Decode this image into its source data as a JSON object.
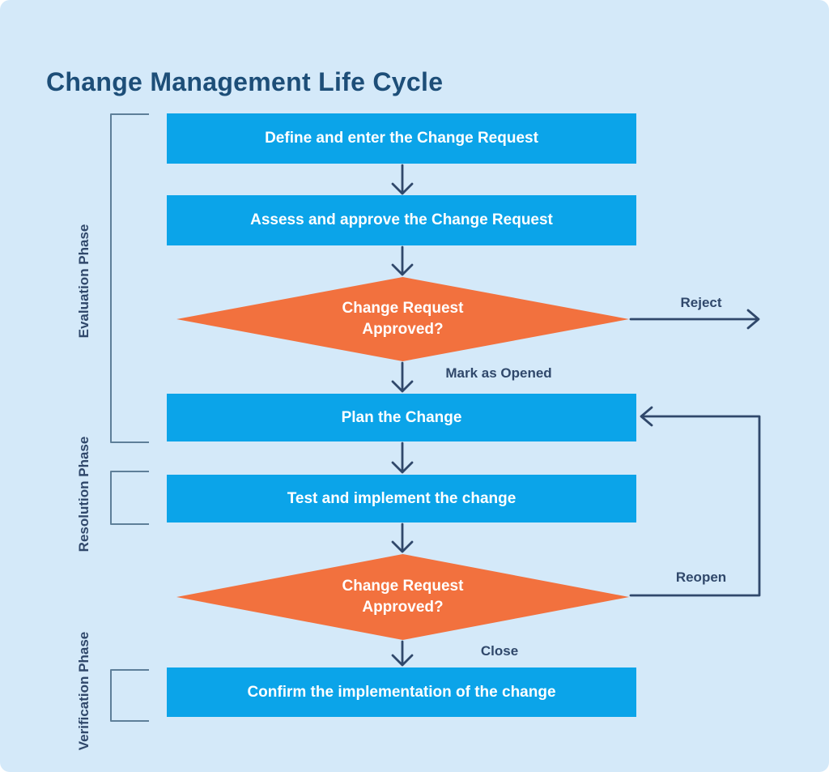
{
  "title": "Change Management Life Cycle",
  "colors": {
    "background": "#d4e9f9",
    "process_box": "#0ba4e9",
    "decision_diamond": "#f2713e",
    "title_text": "#1d4e78",
    "connector": "#30486b",
    "bracket": "#5e7f99",
    "node_text": "#ffffff"
  },
  "phases": [
    {
      "label": "Evaluation Phase"
    },
    {
      "label": "Resolution Phase"
    },
    {
      "label": "Verification Phase"
    }
  ],
  "nodes": [
    {
      "id": "define",
      "type": "process",
      "label": "Define and enter the Change Request"
    },
    {
      "id": "assess",
      "type": "process",
      "label": "Assess and approve the Change Request"
    },
    {
      "id": "decision1",
      "type": "decision",
      "label": "Change Request\nApproved?"
    },
    {
      "id": "plan",
      "type": "process",
      "label": "Plan the Change"
    },
    {
      "id": "test",
      "type": "process",
      "label": "Test and implement the change"
    },
    {
      "id": "decision2",
      "type": "decision",
      "label": "Change Request\nApproved?"
    },
    {
      "id": "confirm",
      "type": "process",
      "label": "Confirm the implementation of the change"
    }
  ],
  "edge_labels": {
    "reject": "Reject",
    "mark_as_opened": "Mark as Opened",
    "reopen": "Reopen",
    "close": "Close"
  }
}
